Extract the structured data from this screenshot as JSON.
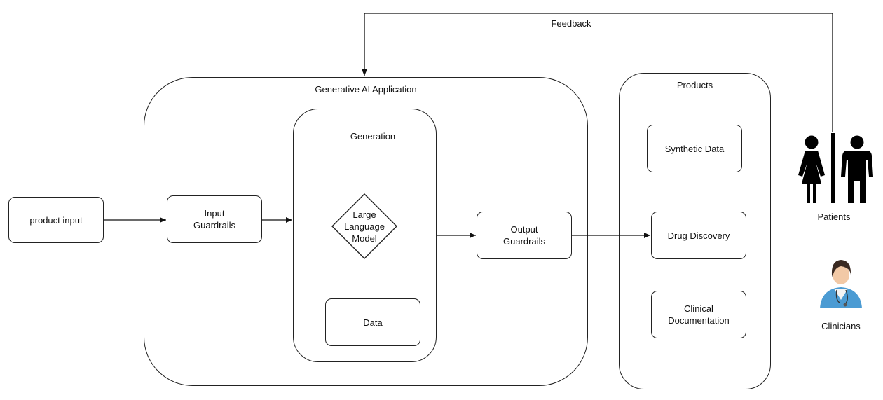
{
  "feedback_label": "Feedback",
  "app_container": {
    "title": "Generative AI Application"
  },
  "generation_container": {
    "title": "Generation"
  },
  "nodes": {
    "product_input": "product input",
    "input_guardrails": "Input\nGuardrails",
    "llm": "Large\nLanguage\nModel",
    "data": "Data",
    "output_guardrails": "Output\nGuardrails"
  },
  "products": {
    "title": "Products",
    "items": [
      "Synthetic Data",
      "Drug Discovery",
      "Clinical\nDocumentation"
    ]
  },
  "users": {
    "patients": "Patients",
    "clinicians": "Clinicians"
  },
  "icons": [
    "patients-icon",
    "clinician-icon"
  ]
}
